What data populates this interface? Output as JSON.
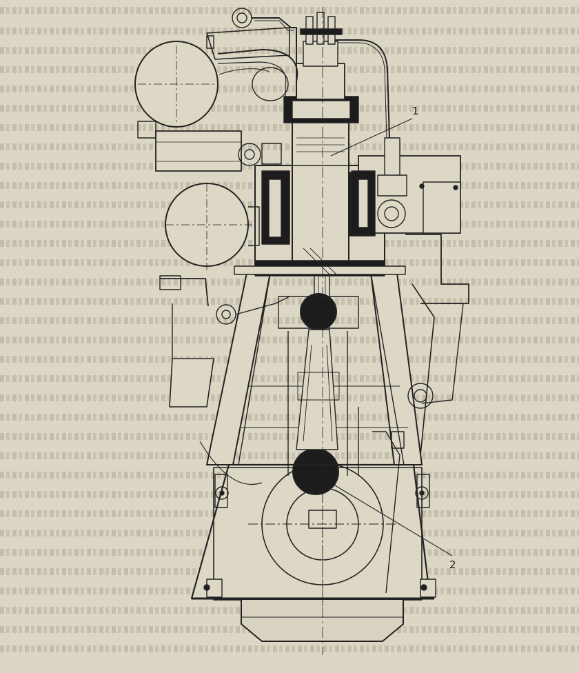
{
  "figure": {
    "callouts": [
      {
        "id": "1",
        "text": "1"
      },
      {
        "id": "2",
        "text": "2"
      }
    ]
  },
  "colors": {
    "paper": "#dcd6c4",
    "ink": "#222222",
    "fill_dark": "#1c1c1c"
  }
}
